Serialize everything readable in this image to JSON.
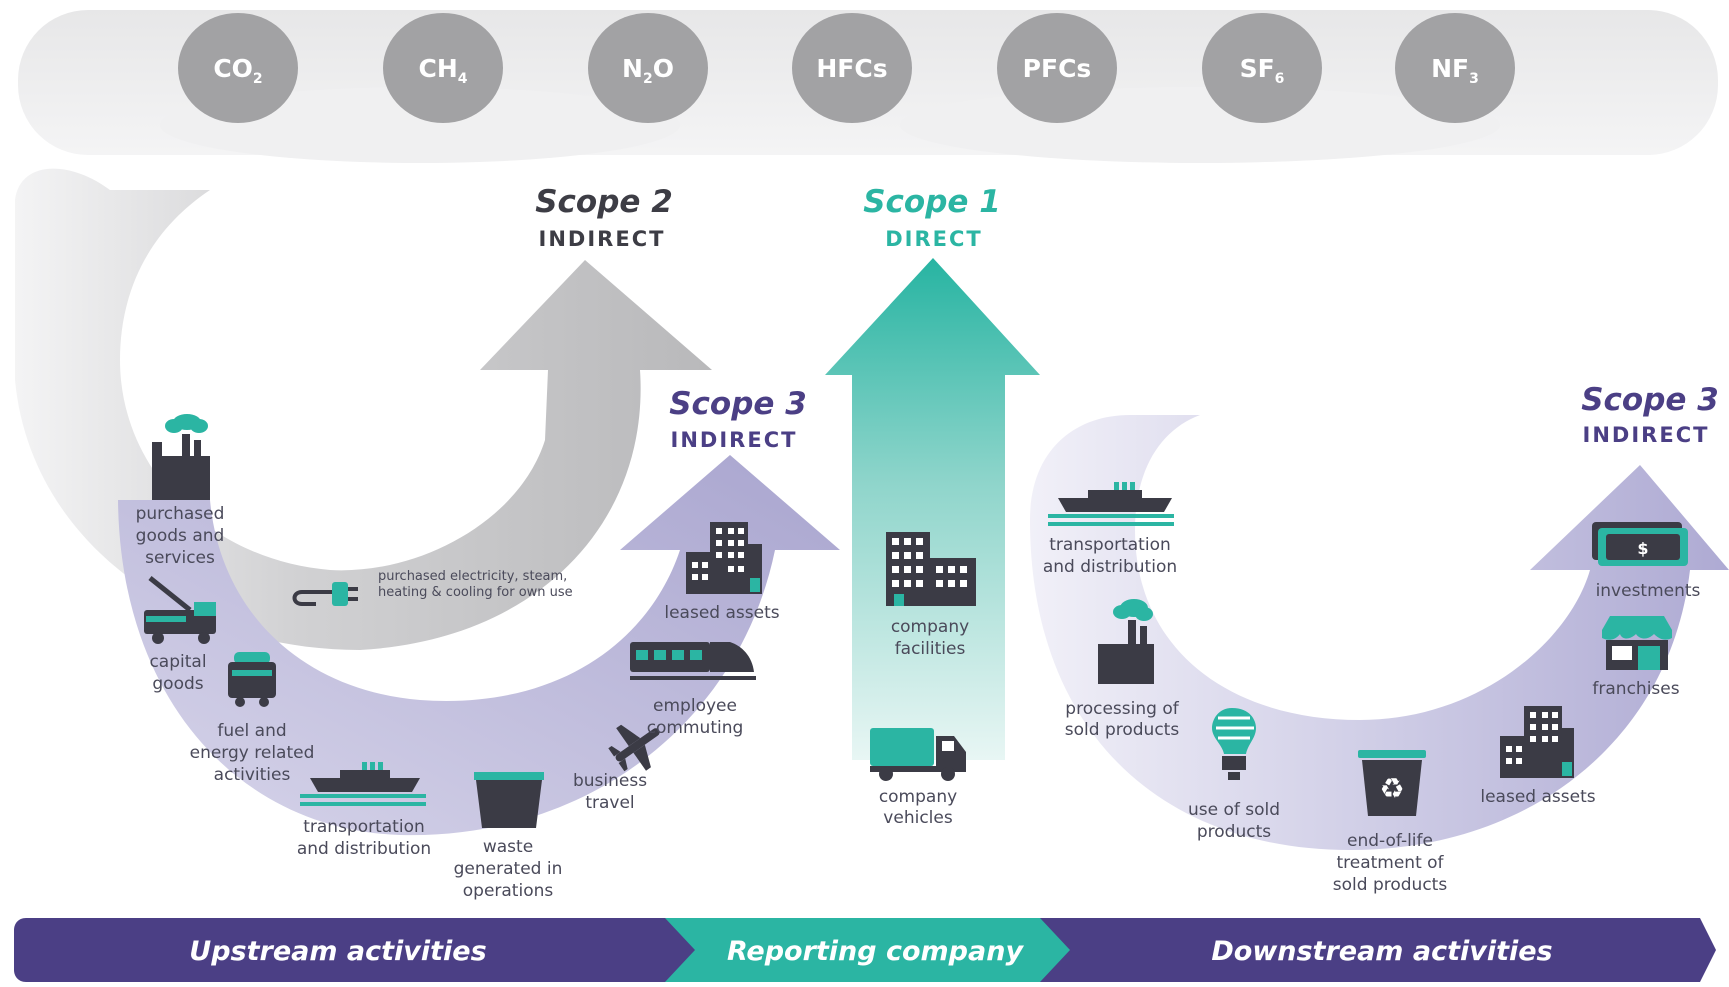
{
  "gases": [
    {
      "base": "CO",
      "sub": "2"
    },
    {
      "base": "CH",
      "sub": "4"
    },
    {
      "base": "N",
      "sub": "2",
      "tail": "O"
    },
    {
      "base": "HFCs"
    },
    {
      "base": "PFCs"
    },
    {
      "base": "SF",
      "sub": "6"
    },
    {
      "base": "NF",
      "sub": "3"
    }
  ],
  "scopes": {
    "scope2": {
      "title": "Scope 2",
      "sub": "INDIRECT"
    },
    "scope1": {
      "title": "Scope 1",
      "sub": "DIRECT"
    },
    "scope3_upstream": {
      "title": "Scope 3",
      "sub": "INDIRECT"
    },
    "scope3_downstream": {
      "title": "Scope 3",
      "sub": "INDIRECT"
    }
  },
  "upstream": {
    "purchased_goods": [
      "purchased",
      "goods and",
      "services"
    ],
    "capital_goods": [
      "capital",
      "goods"
    ],
    "fuel_energy": [
      "fuel and",
      "energy related",
      "activities"
    ],
    "transport": [
      "transportation",
      "and distribution"
    ],
    "waste": [
      "waste",
      "generated in",
      "operations"
    ],
    "business_travel": [
      "business",
      "travel"
    ],
    "employee_commuting": [
      "employee",
      "commuting"
    ],
    "leased_assets": [
      "leased assets"
    ],
    "electricity": [
      "purchased electricity, steam,",
      "heating & cooling for own use"
    ]
  },
  "company": {
    "facilities": [
      "company",
      "facilities"
    ],
    "vehicles": [
      "company",
      "vehicles"
    ]
  },
  "downstream": {
    "transport": [
      "transportation",
      "and distribution"
    ],
    "processing": [
      "processing of",
      "sold products"
    ],
    "use": [
      "use of sold",
      "products"
    ],
    "end_of_life": [
      "end-of-life",
      "treatment of",
      "sold products"
    ],
    "leased_assets": [
      "leased assets"
    ],
    "franchises": [
      "franchises"
    ],
    "investments": [
      "investments"
    ],
    "dollar": "$"
  },
  "band": {
    "upstream": "Upstream activities",
    "reporting": "Reporting company",
    "downstream": "Downstream activities"
  },
  "colors": {
    "purple": "#4b3f85",
    "teal": "#2bb5a3",
    "gray": "#b8b8ba",
    "lavender": "#b1aed2",
    "dark_icon": "#3b3b45",
    "scope2_title": "#3d3d45"
  }
}
